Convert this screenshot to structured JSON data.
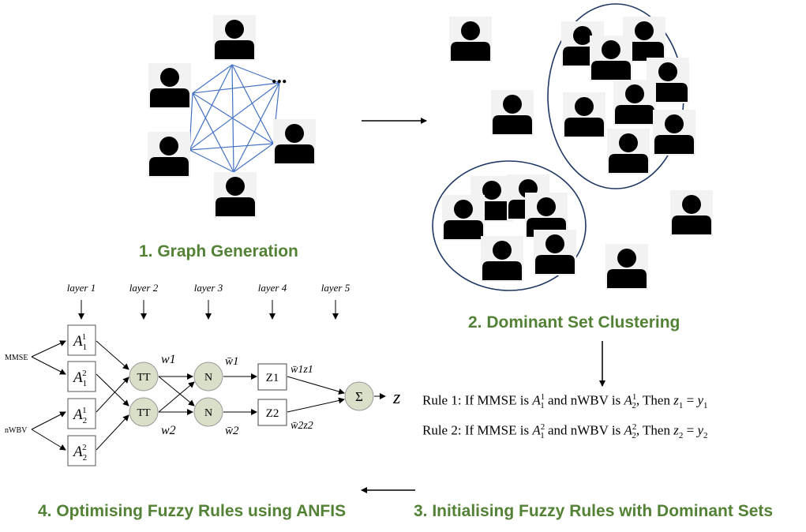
{
  "steps": {
    "graph_generation": "1. Graph Generation",
    "dominant_set_clustering": "2. Dominant Set Clustering",
    "initialising_rules": "3. Initialising Fuzzy Rules with Dominant Sets",
    "optimising_rules": "4. Optimising Fuzzy Rules using ANFIS"
  },
  "graph": {
    "ellipsis": "..."
  },
  "anfis": {
    "layers": [
      "layer 1",
      "layer 2",
      "layer 3",
      "layer 4",
      "layer 5"
    ],
    "inputs": [
      "MMSE",
      "nWBV"
    ],
    "membership": [
      {
        "base": "A",
        "sub": "1",
        "sup": "1"
      },
      {
        "base": "A",
        "sub": "1",
        "sup": "2"
      },
      {
        "base": "A",
        "sub": "2",
        "sup": "1"
      },
      {
        "base": "A",
        "sub": "2",
        "sup": "2"
      }
    ],
    "product_nodes": [
      "TT",
      "TT"
    ],
    "norm_nodes": [
      "N",
      "N"
    ],
    "weights": [
      "w1",
      "w2"
    ],
    "norm_weights": [
      "w̄1",
      "w̄2"
    ],
    "consequent_nodes": [
      "Z1",
      "Z2"
    ],
    "weighted_outputs": [
      "w̄1z1",
      "w̄2z2"
    ],
    "sum_symbol": "Σ",
    "output": "z"
  },
  "rules": [
    {
      "prefix": "Rule 1: If MMSE is ",
      "a_sup": "1",
      "a_sub": "1",
      "mid": " and nWBV is ",
      "b_sup": "1",
      "b_sub": "2",
      "then": ", Then ",
      "z": "z",
      "z_sub": "1",
      "eq": " = ",
      "y": "y",
      "y_sub": "1"
    },
    {
      "prefix": "Rule 2: If MMSE is ",
      "a_sup": "2",
      "a_sub": "1",
      "mid": " and nWBV is ",
      "b_sup": "2",
      "b_sub": "2",
      "then": ", Then ",
      "z": "z",
      "z_sub": "2",
      "eq": " = ",
      "y": "y",
      "y_sub": "2"
    }
  ],
  "colors": {
    "step_label": "#538135",
    "graph_edges": "#4472C4",
    "cluster_outline": "#1F3864",
    "node_fill": "#D9DFC8",
    "person": "#000000"
  }
}
